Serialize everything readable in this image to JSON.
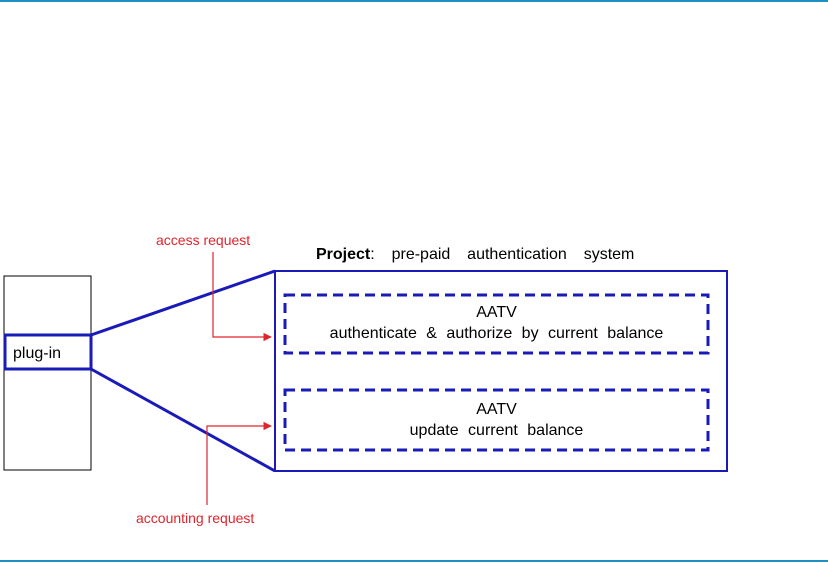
{
  "colors": {
    "blue": "#1a1ab8",
    "red": "#e0242c",
    "frame": "#1e8fbf"
  },
  "labels": {
    "access_request": "access request",
    "accounting_request": "accounting request",
    "plugin": "plug-in"
  },
  "project": {
    "bold": "Project",
    "text": ":  pre-paid  authentication  system"
  },
  "modules": [
    {
      "name": "AATV",
      "description": "authenticate  &  authorize  by  current  balance"
    },
    {
      "name": "AATV",
      "description": "update  current  balance"
    }
  ]
}
